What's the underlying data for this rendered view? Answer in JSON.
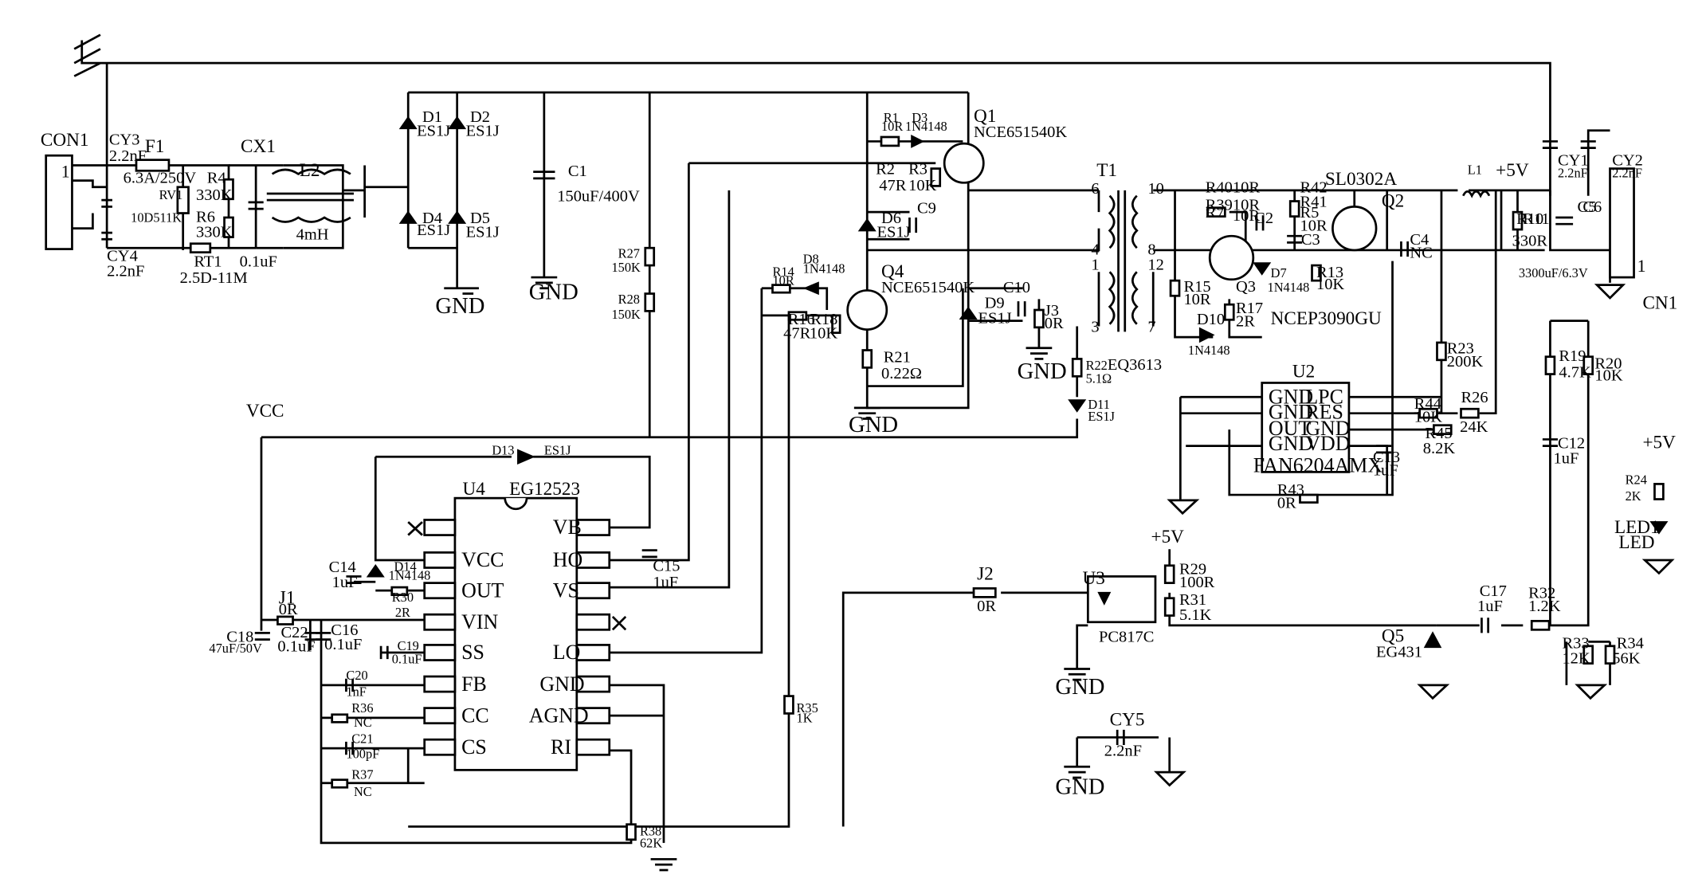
{
  "labels": {
    "CON1": "CON1",
    "CN1": "CN1",
    "CY3": "CY3",
    "CY3v": "2.2nF",
    "CY4": "CY4",
    "CY4v": "2.2nF",
    "F1": "F1",
    "F1v": "6.3A/250V",
    "RV1": "RV1",
    "RV1v": "10D511K",
    "R4": "R4",
    "R4v": "330K",
    "R6": "R6",
    "R6v": "330K",
    "RT1": "RT1",
    "RT1v": "2.5D-11M",
    "CX1": "CX1",
    "CX1v": "0.1uF",
    "L2": "L2",
    "L2v": "4mH",
    "D1": "D1",
    "D1v": "ES1J",
    "D2": "D2",
    "D2v": "ES1J",
    "D4": "D4",
    "D4v": "ES1J",
    "D5": "D5",
    "D5v": "ES1J",
    "C1": "C1",
    "C1v": "150uF/400V",
    "R27": "R27",
    "R27v": "150K",
    "R28": "R28",
    "R28v": "150K",
    "R1": "R1",
    "R1v": "10R",
    "D3": "D3",
    "D3v": "1N4148",
    "R2": "R2",
    "R2v": "47R",
    "R3": "R3",
    "R3v": "10K",
    "Q1": "Q1",
    "Q1v": "NCE651540K",
    "D6": "D6",
    "D6v": "ES1J",
    "C9": "C9",
    "D8": "D8",
    "D8v": "1N4148",
    "R14": "R14",
    "R14v": "10R",
    "Q4": "Q4",
    "Q4v": "NCE651540K",
    "R16": "R16",
    "R16v": "47R",
    "R18": "R18",
    "R18v": "10K",
    "D9": "D9",
    "D9v": "ES1J",
    "C10": "C10",
    "J3": "J3",
    "J3v": "0R",
    "R21": "R21",
    "R21v": "0.22Ω",
    "R22": "R22",
    "R22v": "5.1Ω",
    "D11": "D11",
    "D11v": "ES1J",
    "T1": "T1",
    "T1v": "EQ3613",
    "t6": "6",
    "t4": "4",
    "t1": "1",
    "t3": "3",
    "t10": "10",
    "t8": "8",
    "t12": "12",
    "t7": "7",
    "R40": "R40",
    "R40v": "10R",
    "R39": "R39",
    "R39v": "10R",
    "R7": "R7",
    "R7v": "10R",
    "C2": "C2",
    "R42": "R42",
    "R41": "R41",
    "R5": "R5",
    "R5v": "10R",
    "C3": "C3",
    "SL": "SL0302A",
    "Q2": "Q2",
    "R15": "R15",
    "R15v": "10R",
    "Q3": "Q3",
    "D7": "D7",
    "D7v": "1N4148",
    "R13": "R13",
    "R13v": "10K",
    "R17": "R17",
    "R17v": "2R",
    "D10": "D10",
    "D10v": "1N4148",
    "NCEP": "NCEP3090GU",
    "C4": "C4",
    "C4v": "NC",
    "L1": "L1",
    "P5V": "+5V",
    "CY1": "CY1",
    "CY1v": "2.2nF",
    "CY2": "CY2",
    "CY2v": "2.2nF",
    "R10": "R10",
    "R11": "R11",
    "R11v": "330R",
    "C5": "C5",
    "C6": "C6",
    "C6v": "3300uF/6.3V",
    "R23": "R23",
    "R23v": "200K",
    "U2": "U2",
    "u2p1": "GND",
    "u2p2": "GND",
    "u2p3": "OUT",
    "u2p4": "GND",
    "u2p8": "LPC",
    "u2p7": "RES",
    "u2p6": "GND",
    "u2p5": "VDD",
    "U2v": "FAN6204AMX",
    "R44": "R44",
    "R44v": "10K",
    "R45": "R45",
    "R45v": "8.2K",
    "R26": "R26",
    "R26v": "24K",
    "C13": "C13",
    "C13v": "1uF",
    "R43": "R43",
    "R43v": "0R",
    "R19": "R19",
    "R19v": "4.7K",
    "R20": "R20",
    "R20v": "10K",
    "C12": "C12",
    "C12v": "1uF",
    "R24": "R24",
    "R24v": "2K",
    "LED1": "LED1",
    "LEDv": "LED",
    "VCC": "VCC",
    "D13": "D13",
    "D13v": "ES1J",
    "U4": "U4",
    "U4v": "EG12523",
    "u4l1": "",
    "u4l2": "VCC",
    "u4l3": "OUT",
    "u4l4": "VIN",
    "u4l5": "SS",
    "u4l6": "FB",
    "u4l7": "CC",
    "u4l8": "CS",
    "u4r16": "VB",
    "u4r15": "HO",
    "u4r14": "VS",
    "u4r13": "",
    "u4r12": "LO",
    "u4r11": "GND",
    "u4r10": "AGND",
    "u4r9": "RI",
    "C14": "C14",
    "C14v": "1uF",
    "D14": "D14",
    "D14v": "1N4148",
    "R30": "R30",
    "R30v": "2R",
    "J1": "J1",
    "J1v": "0R",
    "C18": "C18",
    "C18v": "47uF/50V",
    "C22": "C22",
    "C22v": "0.1uF",
    "C16": "C16",
    "C16v": "0.1uF",
    "C19": "C19",
    "C19v": "0.1uF",
    "C20": "C20",
    "C20v": "1nF",
    "R36": "R36",
    "R36v": "NC",
    "C21": "C21",
    "C21v": "100pF",
    "R37": "R37",
    "R37v": "NC",
    "C15": "C15",
    "C15v": "1uF",
    "R35": "R35",
    "R35v": "1K",
    "R38": "R38",
    "R38v": "62K",
    "J2": "J2",
    "J2v": "0R",
    "U3": "U3",
    "U3v": "PC817C",
    "R29": "R29",
    "R29v": "100R",
    "R31": "R31",
    "R31v": "5.1K",
    "C17": "C17",
    "C17v": "1uF",
    "R32": "R32",
    "R32v": "1.2K",
    "Q5": "Q5",
    "Q5v": "EG431",
    "R33": "R33",
    "R33v": "12K",
    "R34": "R34",
    "R34v": "56K",
    "CY5": "CY5",
    "CY5v": "2.2nF",
    "GND": "GND"
  }
}
